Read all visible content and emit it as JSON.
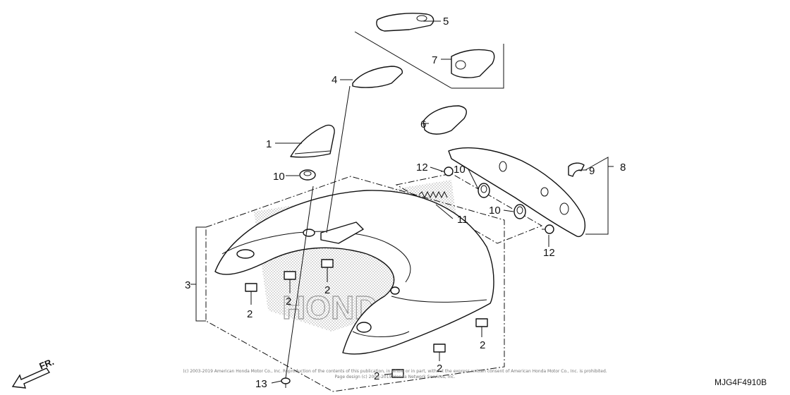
{
  "diagram": {
    "code": "MJG4F4910B",
    "direction": "FR.",
    "copyright_line1": "(c) 2003-2019 American Honda Motor Co., Inc. Reproduction of the contents of this publication, in whole or in part, without the express written consent of American Honda Motor Co., Inc. is prohibited.",
    "copyright_line2": "Page design (c) 2003-2019 Honda Network Services, Inc.",
    "watermark": "HONDA",
    "callouts": {
      "c1": "1",
      "c2a": "2",
      "c2b": "2",
      "c2c": "2",
      "c2d": "2",
      "c2e": "2",
      "c2f": "2",
      "c3": "3",
      "c4": "4",
      "c5": "5",
      "c6": "6",
      "c7": "7",
      "c8": "8",
      "c9": "9",
      "c10a": "10",
      "c10b": "10",
      "c10c": "10",
      "c11": "11",
      "c12a": "12",
      "c12b": "12",
      "c13": "13"
    }
  }
}
